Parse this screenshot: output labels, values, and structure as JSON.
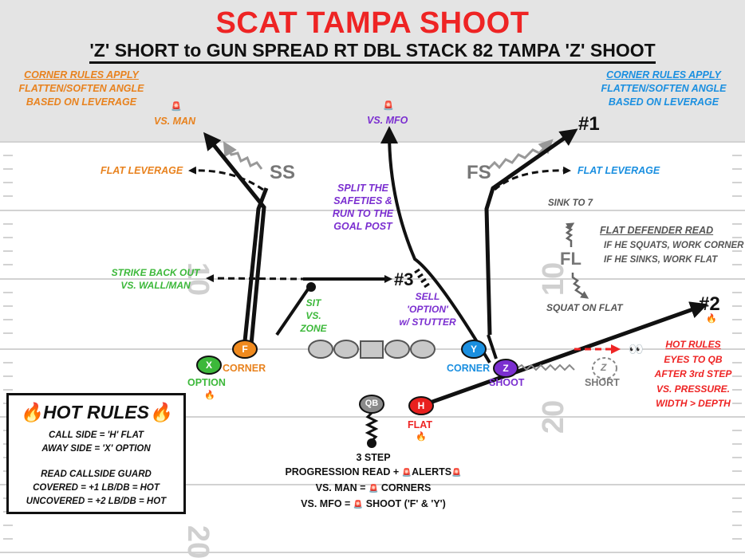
{
  "title": "SCAT TAMPA SHOOT",
  "subtitle": "'Z' SHORT to GUN SPREAD RT DBL STACK 82 TAMPA 'Z' SHOOT",
  "corner_rules_left": {
    "title": "CORNER RULES APPLY",
    "line1": "FLATTEN/SOFTEN ANGLE",
    "line2": "BASED ON LEVERAGE"
  },
  "corner_rules_right": {
    "title": "CORNER RULES APPLY",
    "line1": "FLATTEN/SOFTEN ANGLE",
    "line2": "BASED ON LEVERAGE"
  },
  "alert_icon": "🚨",
  "fire_icon": "🔥",
  "eyes_icon": "👀",
  "book_icon": "📖",
  "vs_man": "VS. MAN",
  "vs_mfo": "VS. MFO",
  "target_1": "#1",
  "target_2": "#2",
  "target_3": "#3",
  "flat_leverage_left": "FLAT LEVERAGE",
  "flat_leverage_right": "FLAT LEVERAGE",
  "ss": "SS",
  "fs": "FS",
  "fl": "FL",
  "split_safeties": [
    "SPLIT THE",
    "SAFETIES &",
    "RUN TO THE",
    "GOAL POST"
  ],
  "sink_to_7": "SINK TO 7",
  "flat_defender_read": {
    "title": "FLAT DEFENDER READ",
    "line1": "IF HE SQUATS, WORK CORNER",
    "line2": "IF HE SINKS, WORK FLAT"
  },
  "squat_on_flat": "SQUAT ON FLAT",
  "strike_back": [
    "STRIKE BACK OUT",
    "VS. WALL/MAN"
  ],
  "sit_vs_zone": [
    "SIT",
    "VS.",
    "ZONE"
  ],
  "sell_option": [
    "SELL",
    "'OPTION'",
    "w/ STUTTER"
  ],
  "players": {
    "x": "X",
    "f": "F",
    "y": "Y",
    "z": "Z",
    "h": "H",
    "qb": "QB",
    "z_ghost": "Z"
  },
  "labels": {
    "corner_left": "CORNER",
    "option": "OPTION",
    "corner_right": "CORNER",
    "shoot": "SHOOT",
    "short": "SHORT",
    "flat": "FLAT"
  },
  "hot_rules_right": [
    "HOT RULES",
    "EYES TO QB",
    "AFTER 3rd STEP",
    "VS. PRESSURE.",
    "WIDTH > DEPTH"
  ],
  "qb_notes": [
    "3 STEP",
    "PROGRESSION READ + ",
    "ALERTS",
    "VS. MAN = ",
    " CORNERS",
    "VS. MFO = ",
    " SHOOT ('F' & 'Y')"
  ],
  "hot_box": {
    "title": "HOT RULES",
    "lines": [
      "CALL SIDE = 'H' FLAT",
      "AWAY SIDE = 'X' OPTION",
      "READ CALLSIDE GUARD",
      "COVERED = +1 LB/DB = HOT",
      "UNCOVERED = +2 LB/DB = HOT"
    ]
  },
  "yard_numbers": [
    "10",
    "20",
    "10",
    "20"
  ],
  "colors": {
    "red": "#ee2424",
    "orange": "#e8821e",
    "blue": "#1a8fe0",
    "purple": "#7b2fd0",
    "green": "#3cb83a",
    "endzone": "#e4e4e4"
  }
}
